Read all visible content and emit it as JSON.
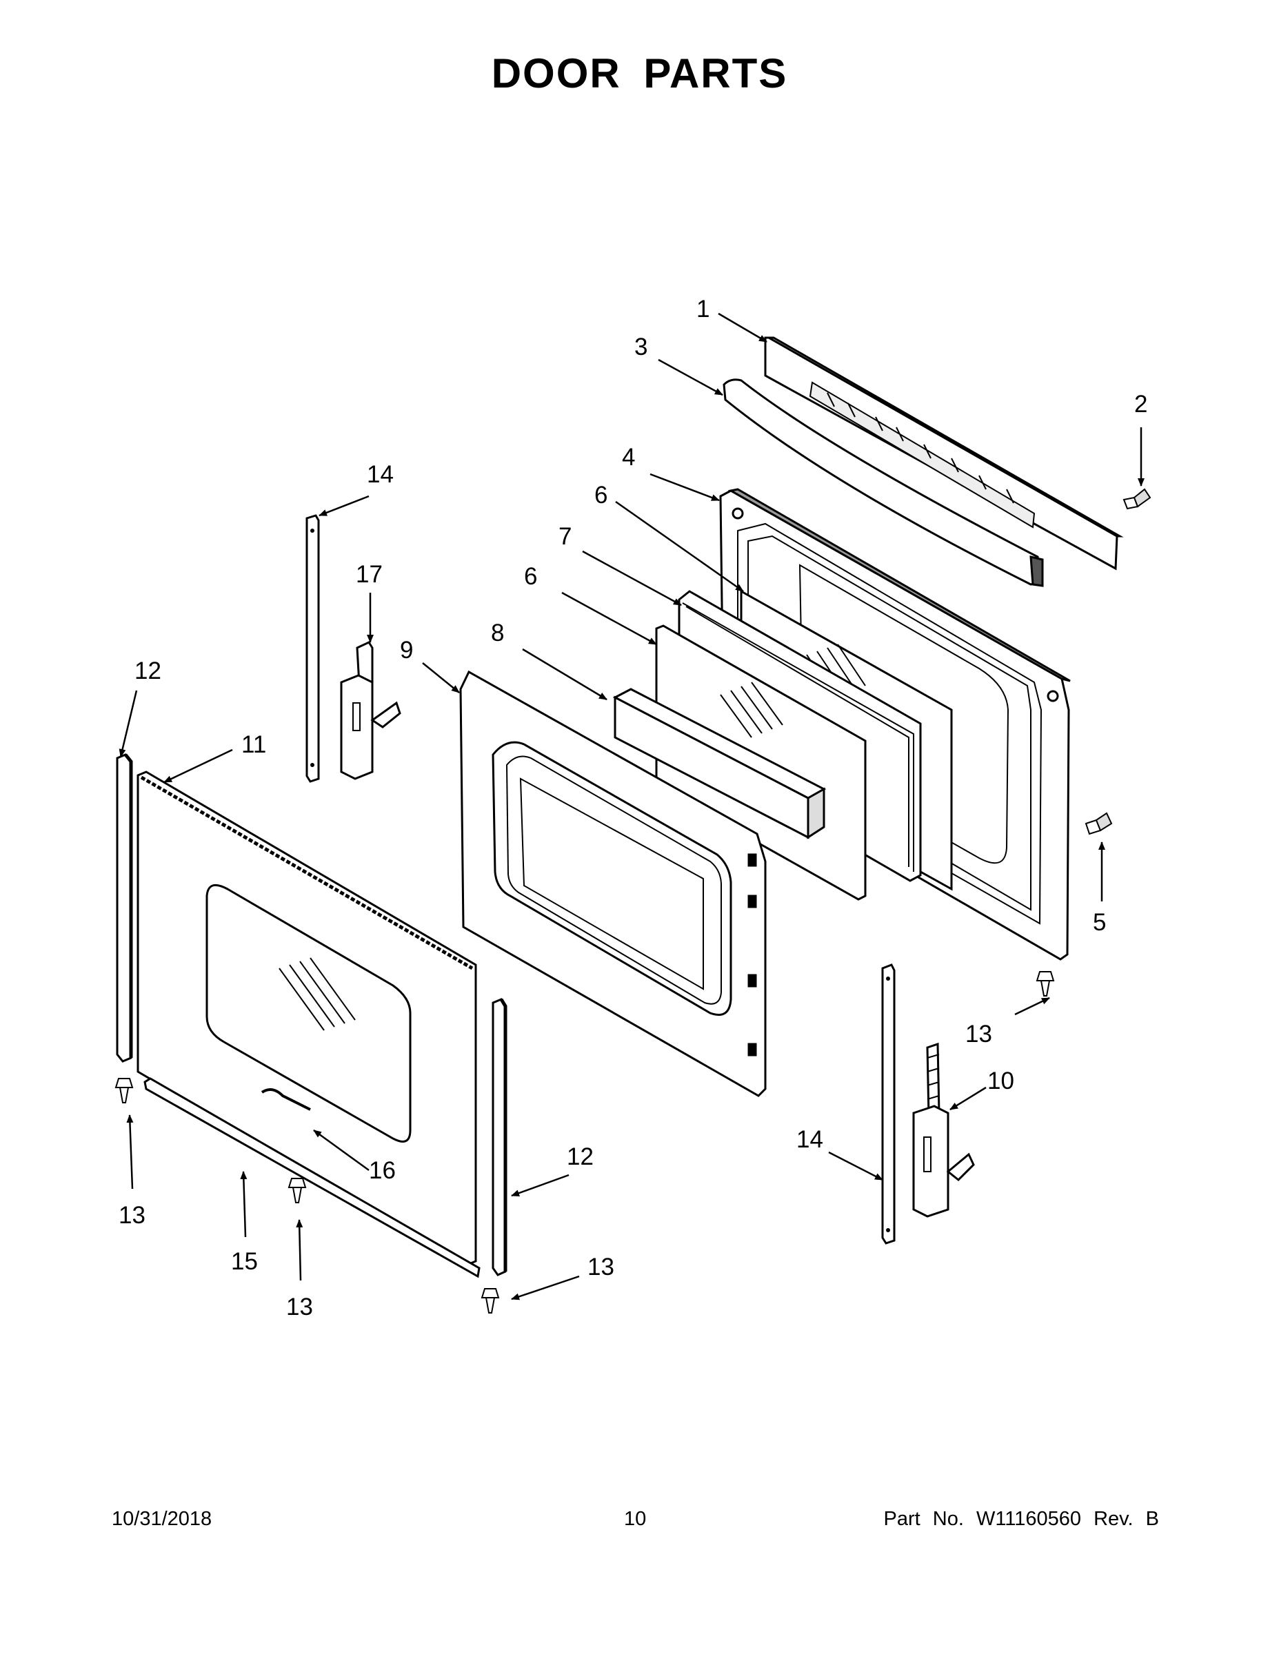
{
  "title": "DOOR PARTS",
  "footer": {
    "date": "10/31/2018",
    "page": "10",
    "part": "Part No.  W11160560  Rev.  B"
  },
  "callouts": {
    "c1": "1",
    "c2": "2",
    "c3": "3",
    "c4": "4",
    "c5": "5",
    "c6a": "6",
    "c6b": "6",
    "c7": "7",
    "c8": "8",
    "c9": "9",
    "c10": "10",
    "c11": "11",
    "c12a": "12",
    "c12b": "12",
    "c13a": "13",
    "c13b": "13",
    "c13c": "13",
    "c13d": "13",
    "c14a": "14",
    "c14b": "14",
    "c15": "15",
    "c16": "16",
    "c17": "17"
  }
}
